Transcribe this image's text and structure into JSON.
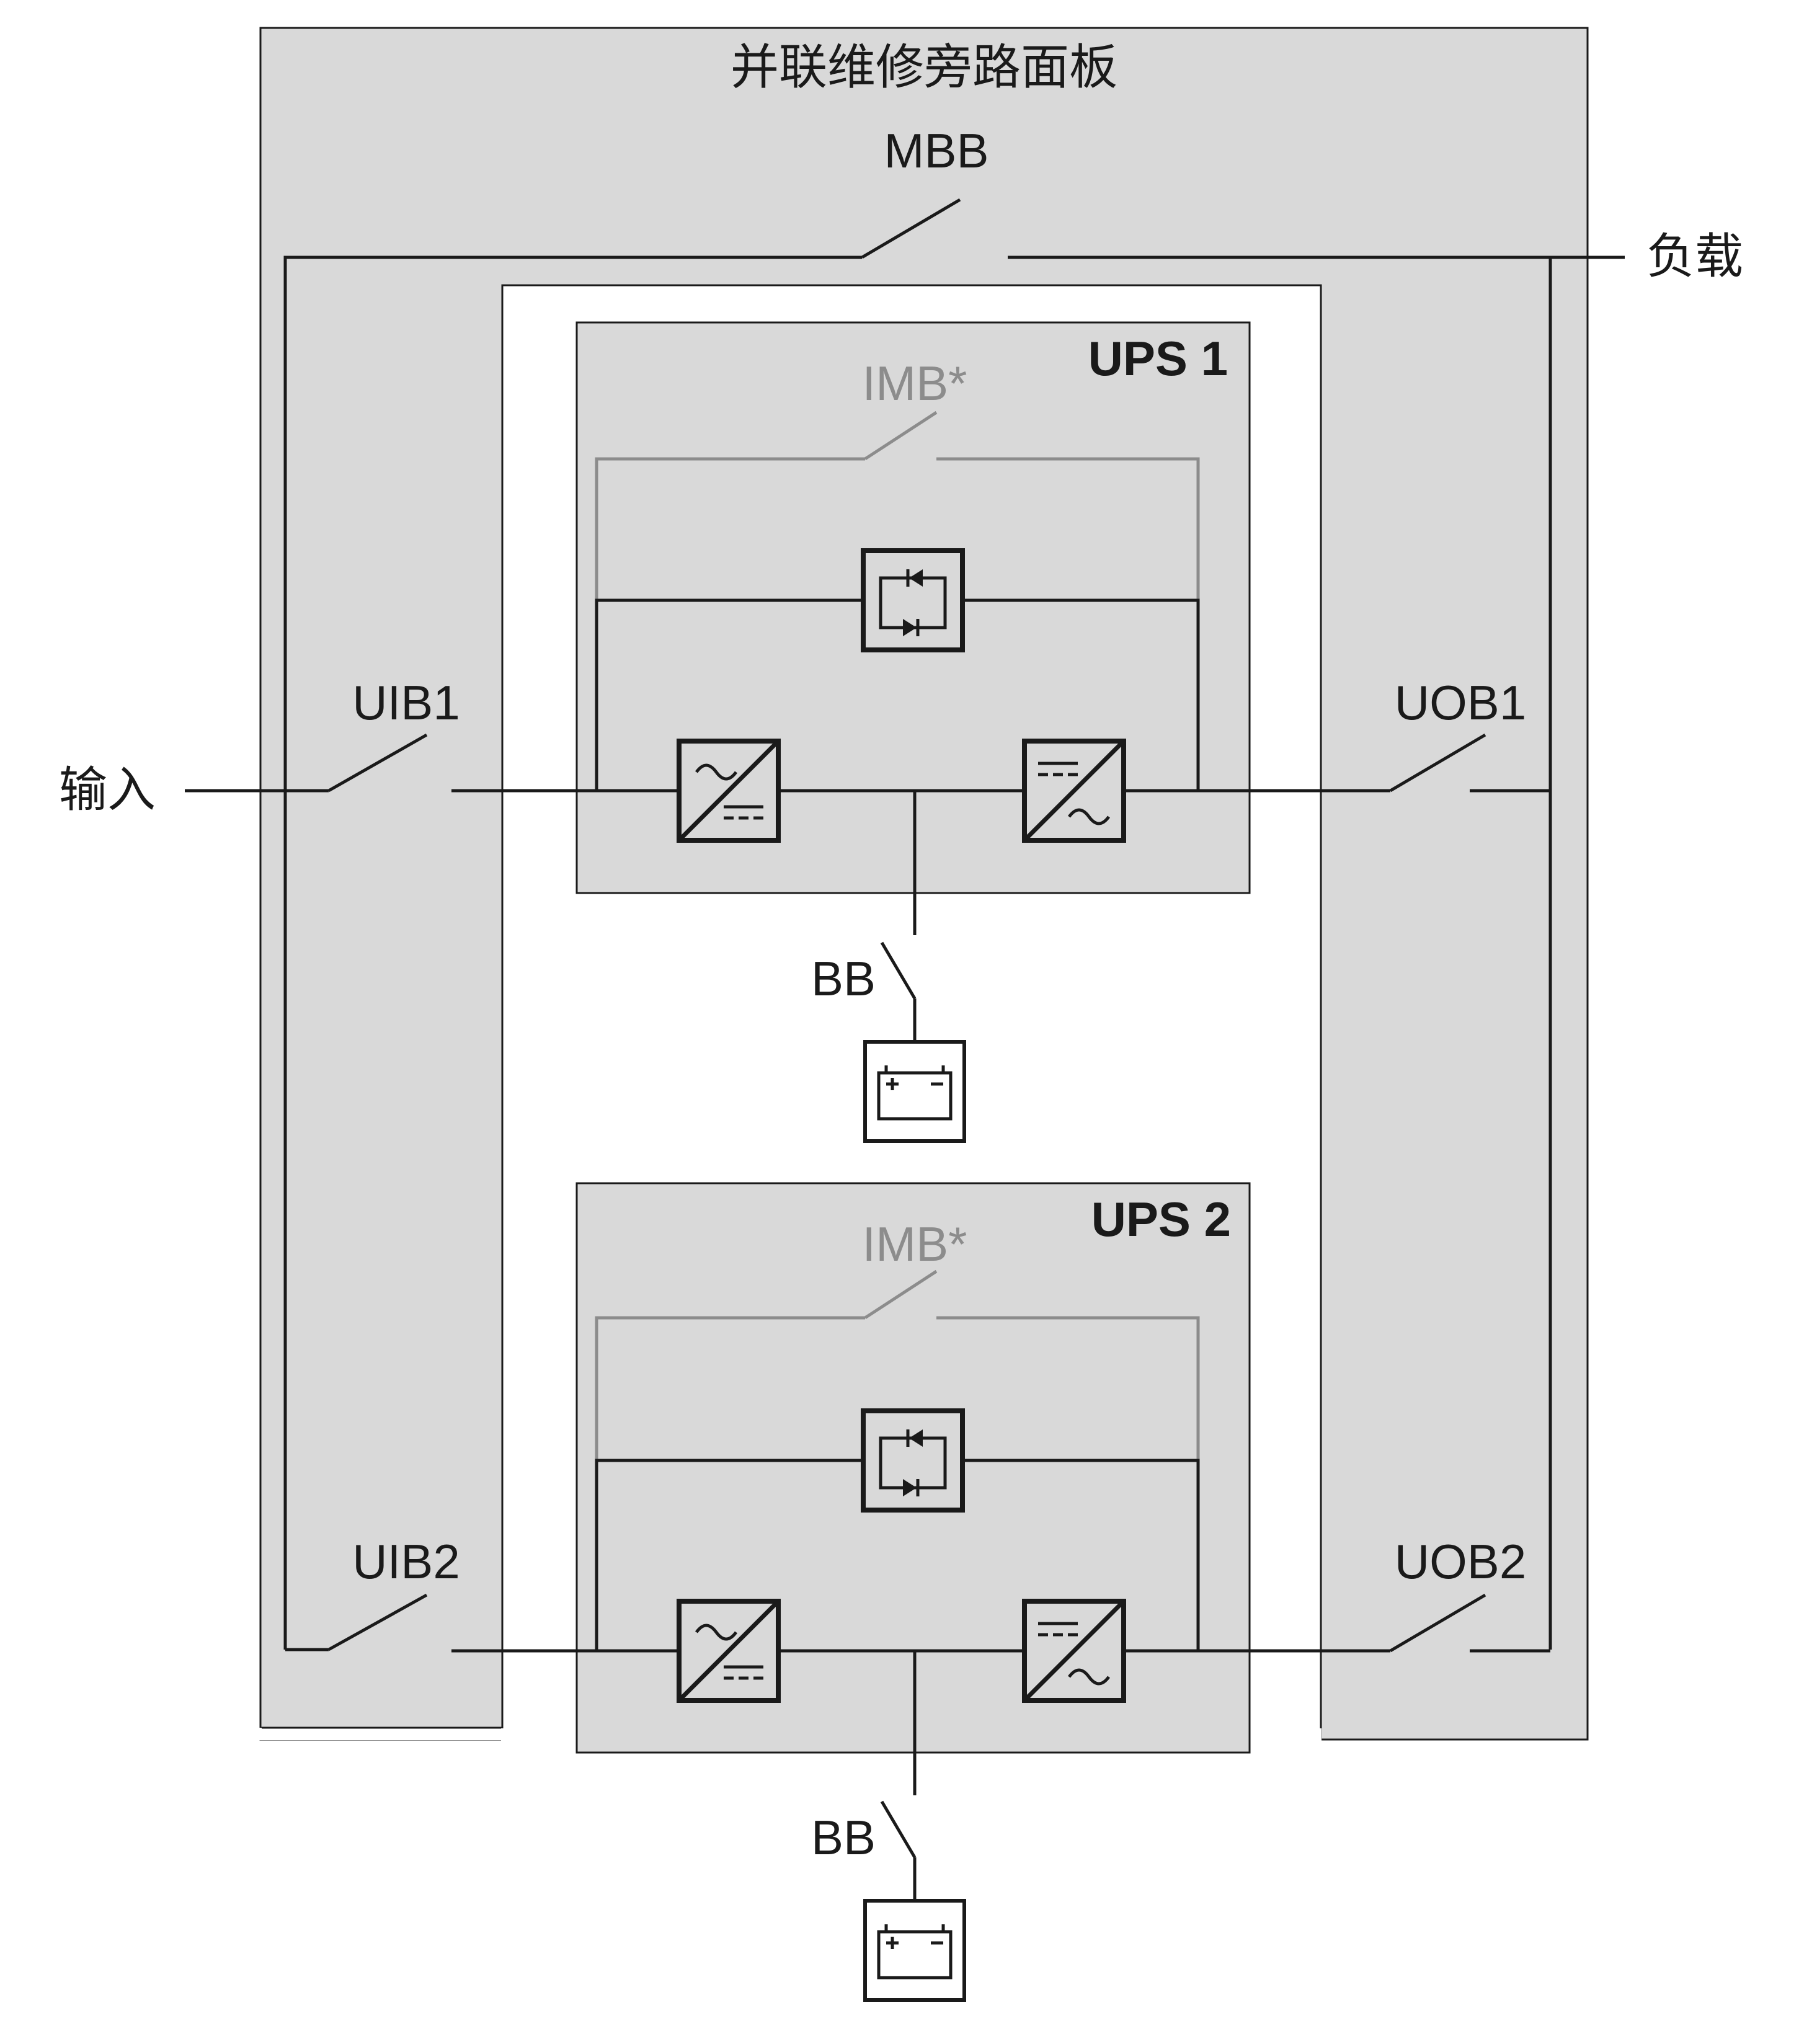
{
  "panel": {
    "title": "并联维修旁路面板"
  },
  "labels": {
    "mbb": "MBB",
    "load": "负载",
    "input": "输入",
    "uib1": "UIB1",
    "uob1": "UOB1",
    "uib2": "UIB2",
    "uob2": "UOB2"
  },
  "ups_units": [
    {
      "name": "UPS 1",
      "imb": "IMB*",
      "bb": "BB"
    },
    {
      "name": "UPS 2",
      "imb": "IMB*",
      "bb": "BB"
    }
  ],
  "colors": {
    "panel_fill": "#d9d9d9",
    "line": "#1a1a1a",
    "optional_gray": "#8c8c8c"
  },
  "icons": [
    "rectifier-icon",
    "inverter-icon",
    "static-switch-icon",
    "battery-icon"
  ]
}
